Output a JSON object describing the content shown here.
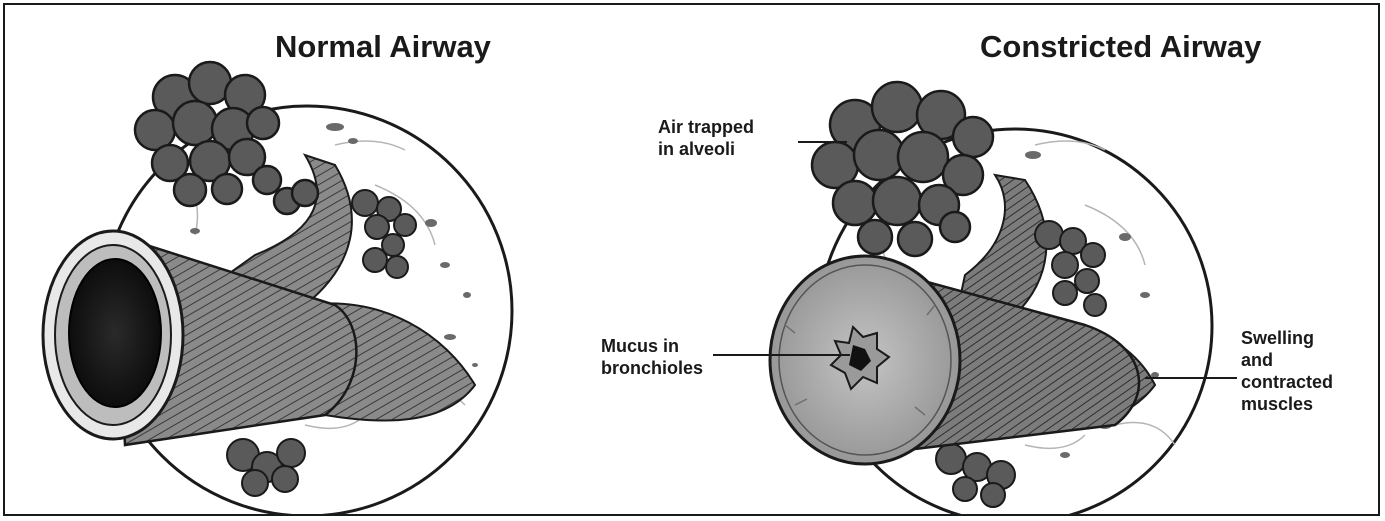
{
  "titles": {
    "normal": "Normal Airway",
    "constricted": "Constricted Airway"
  },
  "labels": {
    "air_trapped": [
      "Air trapped",
      "in alveoli"
    ],
    "mucus": [
      "Mucus in",
      "bronchioles"
    ],
    "swelling": [
      "Swelling",
      "and",
      "contracted",
      "muscles"
    ]
  },
  "colors": {
    "ink": "#1a1a1a",
    "alveoli_fill": "#5a5a5a",
    "lumen_dark": "#111111",
    "mucus_fill": "#a8a8a8",
    "background": "#ffffff"
  }
}
